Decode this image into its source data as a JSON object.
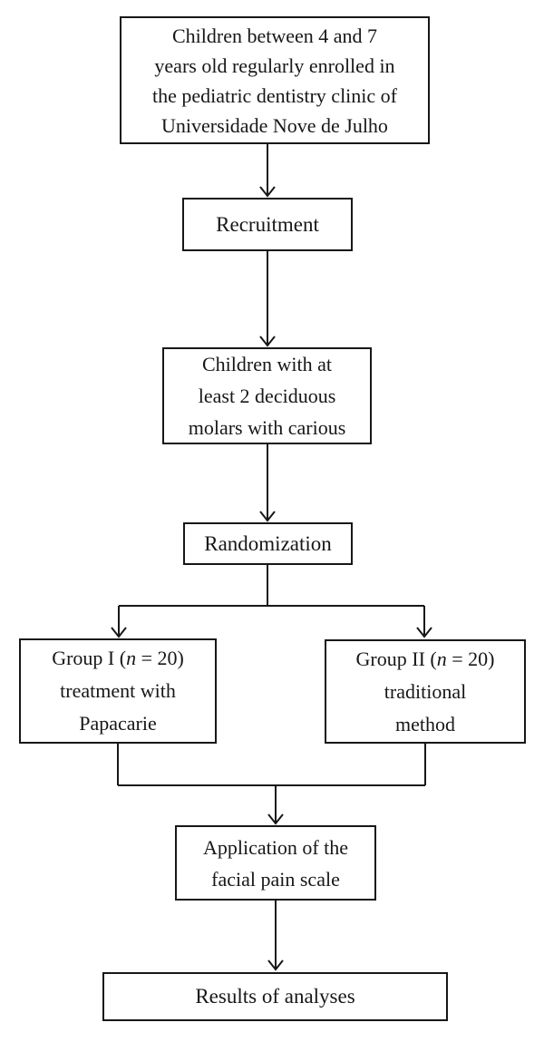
{
  "figure": {
    "background": "#ffffff",
    "line_color": "#171717",
    "type": "flowchart"
  },
  "nodes": {
    "population": {
      "lines": [
        "Children between 4 and 7",
        "years old regularly enrolled in",
        "the pediatric dentistry clinic of",
        "Universidade Nove de Julho"
      ]
    },
    "recruitment": {
      "label": "Recruitment"
    },
    "eligibility": {
      "lines": [
        "Children with at",
        "least 2 deciduous",
        "molars with carious"
      ]
    },
    "randomization": {
      "label": "Randomization"
    },
    "group1": {
      "title_pre": "Group I (",
      "title_var": "n",
      "title_post": " = 20)",
      "lines": [
        "treatment with",
        "Papacarie"
      ]
    },
    "group2": {
      "title_pre": "Group II (",
      "title_var": "n",
      "title_post": " = 20)",
      "lines": [
        "traditional",
        "method"
      ]
    },
    "pain_scale": {
      "lines": [
        "Application of the",
        "facial pain scale"
      ]
    },
    "results": {
      "label": "Results of analyses"
    }
  }
}
